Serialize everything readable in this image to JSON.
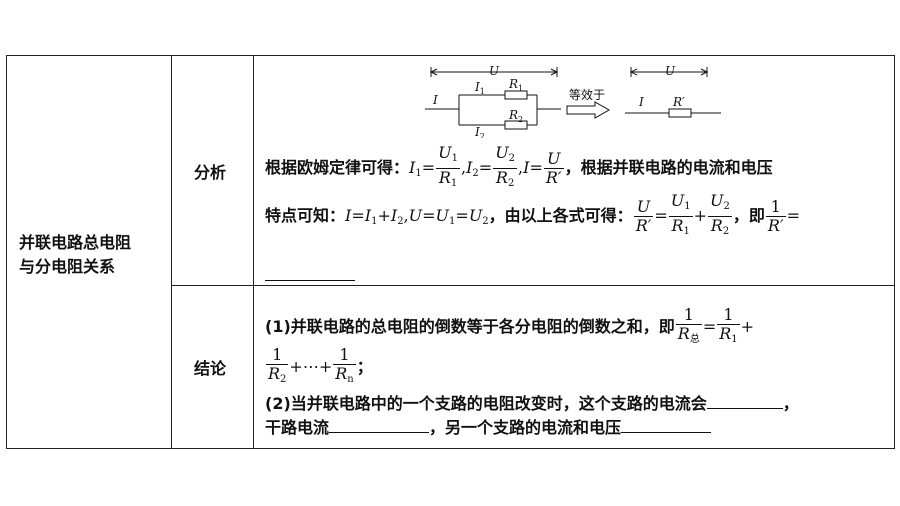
{
  "row_label": {
    "line1": "并联电路总电阻",
    "line2": "与分电阻关系"
  },
  "analysis": {
    "label": "分析",
    "diagram": {
      "U": "U",
      "I": "I",
      "I1": "I",
      "I1_sub": "1",
      "R1": "R",
      "R1_sub": "1",
      "I2": "I",
      "I2_sub": "2",
      "R2": "R",
      "R2_sub": "2",
      "equiv": "等效于",
      "U_right": "U",
      "I_right": "I",
      "R_prime": "R′"
    },
    "line1_prefix": "根据欧姆定律可得：",
    "line1_suffix": "，根据并联电路的电流和电压",
    "line2_prefix": "特点可知：",
    "line2_mid": "，由以上各式可得：",
    "line2_suffix": "，即",
    "eq": "="
  },
  "conclusion": {
    "label": "结论",
    "p1_start": "(1)并联电路的总电阻的倒数等于各分电阻的倒数之和，即",
    "sub_total": "总",
    "p1_end": "；",
    "p2_start": "(2)当并联电路中的一个支路的电阻改变时，这个支路的电流会",
    "p2_end": "，",
    "p3_start": "干路电流",
    "p3_mid": "，另一个支路的电流和电压"
  }
}
